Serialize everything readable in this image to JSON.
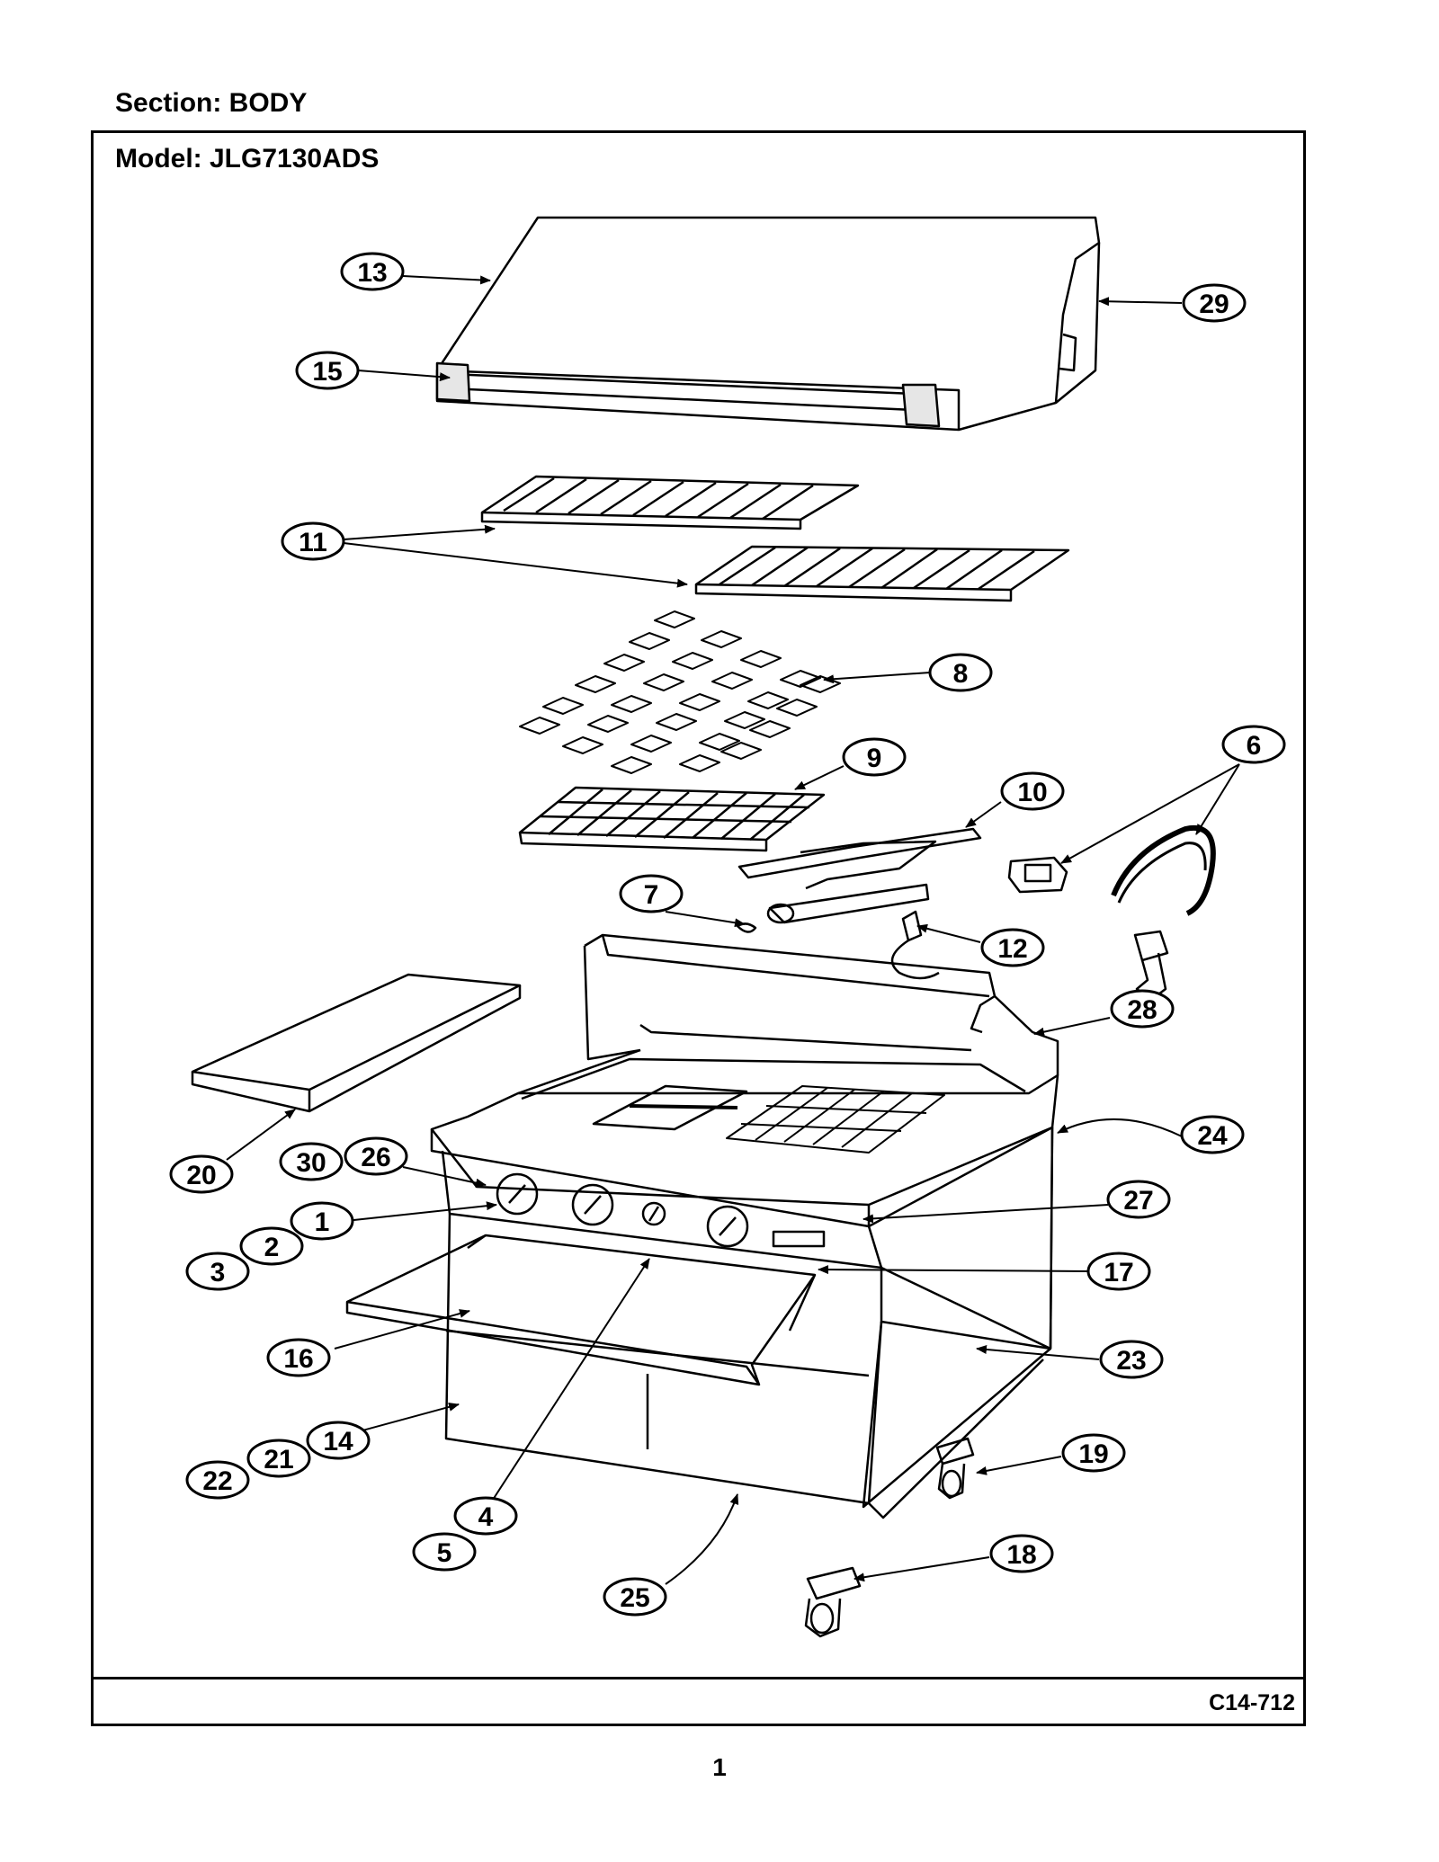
{
  "header": {
    "section": "Section:  BODY",
    "model": "Model:  JLG7130ADS"
  },
  "footer": {
    "drawing_code": "C14-712",
    "page_number": "1"
  },
  "callouts": [
    "1",
    "2",
    "3",
    "4",
    "5",
    "6",
    "7",
    "8",
    "9",
    "10",
    "11",
    "12",
    "13",
    "14",
    "15",
    "16",
    "17",
    "18",
    "19",
    "20",
    "21",
    "22",
    "23",
    "24",
    "25",
    "26",
    "27",
    "28",
    "29",
    "30"
  ],
  "colors": {
    "ink": "#000000",
    "paper": "#ffffff"
  }
}
